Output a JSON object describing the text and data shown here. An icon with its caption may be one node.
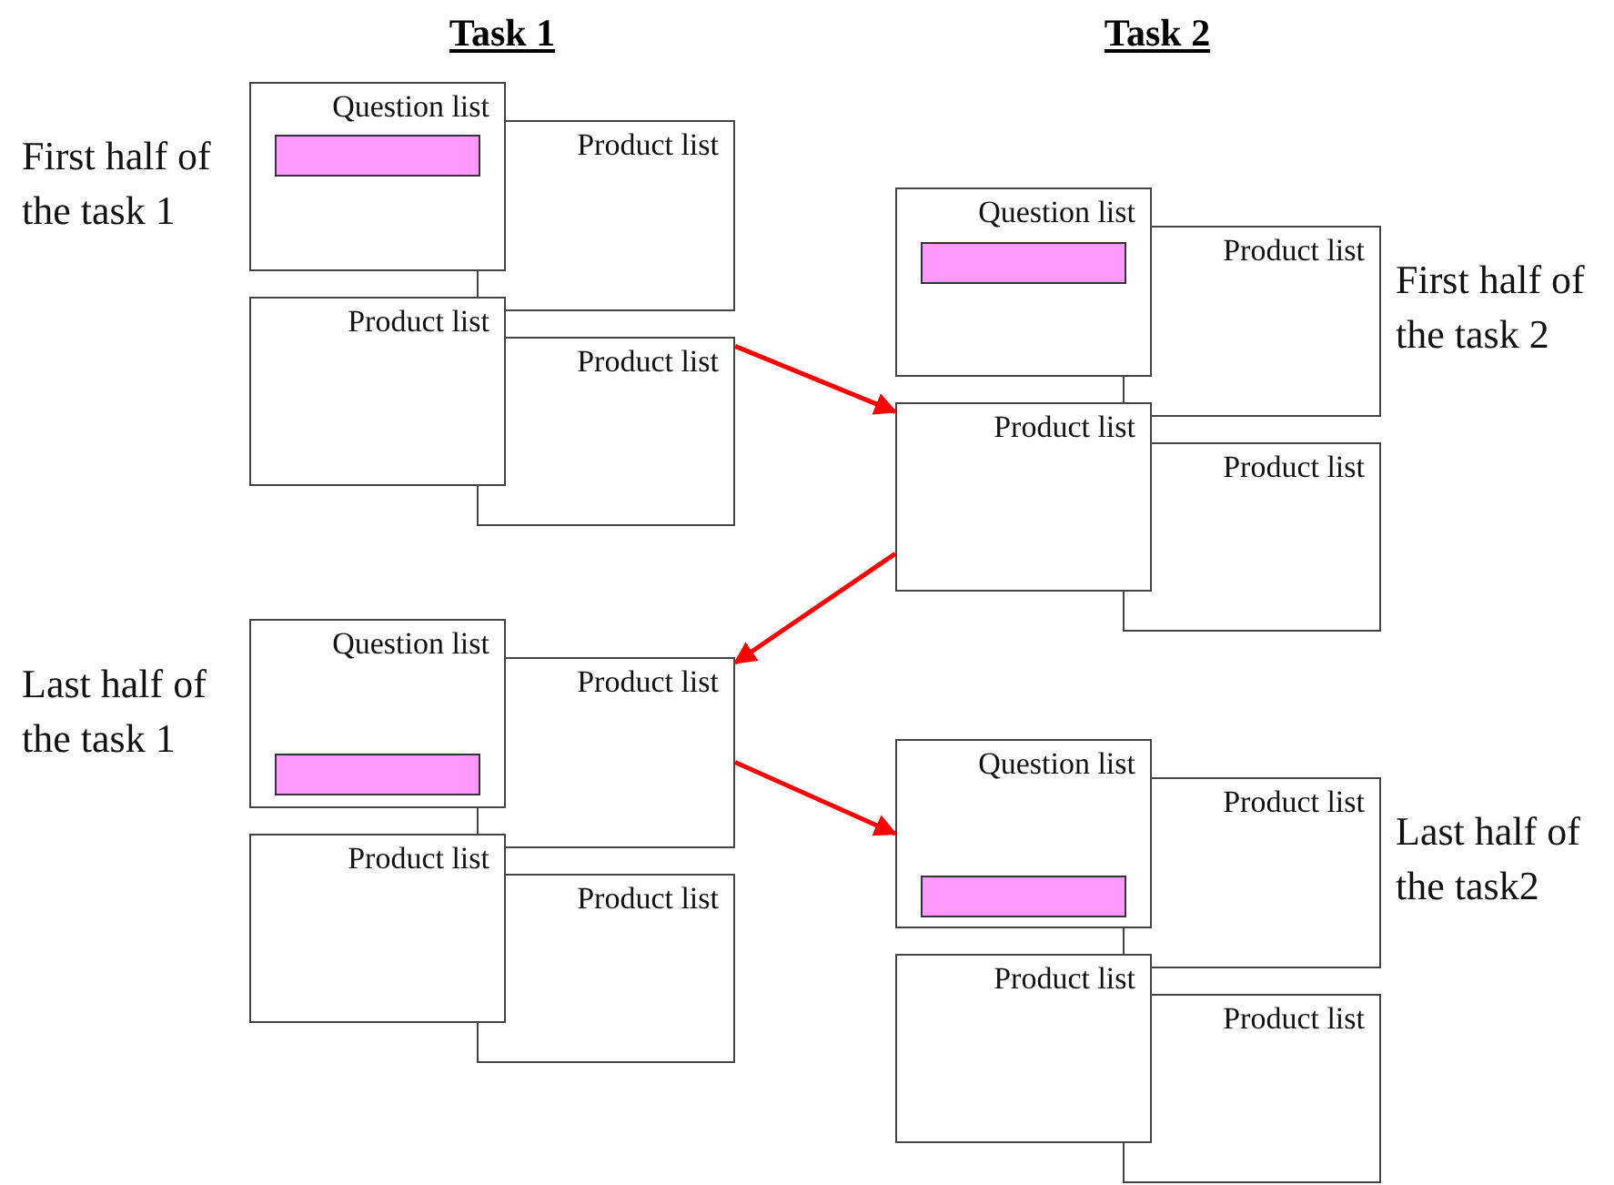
{
  "diagram": {
    "nodes": [
      {
        "text": [
          "Question list"
        ]
      },
      {
        "text": [],
        "shape": "bar",
        "in": 0
      },
      {
        "text": [
          "Product list"
        ]
      },
      {
        "text": [
          "Product list"
        ]
      },
      {
        "text": [
          "Product list"
        ]
      },
      {
        "text": [
          "Question list"
        ]
      },
      {
        "text": [],
        "shape": "bar",
        "in": 5
      },
      {
        "text": [
          "Product list"
        ]
      },
      {
        "text": [
          "Product list"
        ]
      },
      {
        "text": [
          "Product list"
        ]
      },
      {
        "text": [
          "Question list"
        ]
      },
      {
        "text": [],
        "shape": "bar",
        "in": 10
      },
      {
        "text": [
          "Product list"
        ]
      },
      {
        "text": [
          "Product list"
        ]
      },
      {
        "text": [
          "Product list"
        ]
      },
      {
        "text": [
          "Question list"
        ]
      },
      {
        "text": [],
        "shape": "bar",
        "in": 15
      },
      {
        "text": [
          "Product list"
        ]
      },
      {
        "text": [
          "Product list"
        ]
      },
      {
        "text": [
          "Product list"
        ]
      }
    ],
    "edges": [
      {
        "from": 4,
        "to": 8,
        "arrow": "to"
      },
      {
        "from": 8,
        "to": 12,
        "arrow": "to"
      },
      {
        "from": 12,
        "to": 15,
        "arrow": "to"
      }
    ],
    "labels": [
      "Task 1",
      "Task 2",
      "First half of the task 1",
      "First half of the task 2",
      "Last half of the task 1",
      "Last half of the task2"
    ]
  }
}
